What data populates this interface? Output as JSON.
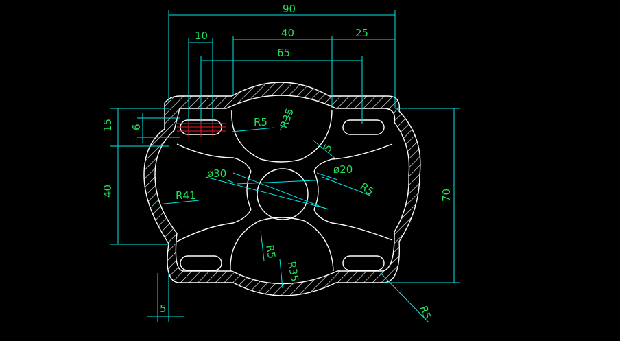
{
  "colors": {
    "background": "#000000",
    "geometry": "#ffffff",
    "dimension_line": "#00e6e6",
    "dimension_text": "#22e05a",
    "center_mark": "#e02020"
  },
  "dimensions": {
    "overall_width": "90",
    "slot_width": "10",
    "center_span": "40",
    "right_offset": "25",
    "inner_span": "65",
    "slot_height": "15",
    "slot_small": "6",
    "left_height": "40",
    "right_height": "70",
    "wall": "5",
    "fillet_top": "R5",
    "arc_top": "R35",
    "corner_gap": "5",
    "hole_small": "ø20",
    "fillet_right": "R5",
    "hole_large": "ø30",
    "outer_radius": "R41",
    "fillet_bottom": "R5",
    "arc_bottom": "R35",
    "fillet_corner": "R5"
  }
}
